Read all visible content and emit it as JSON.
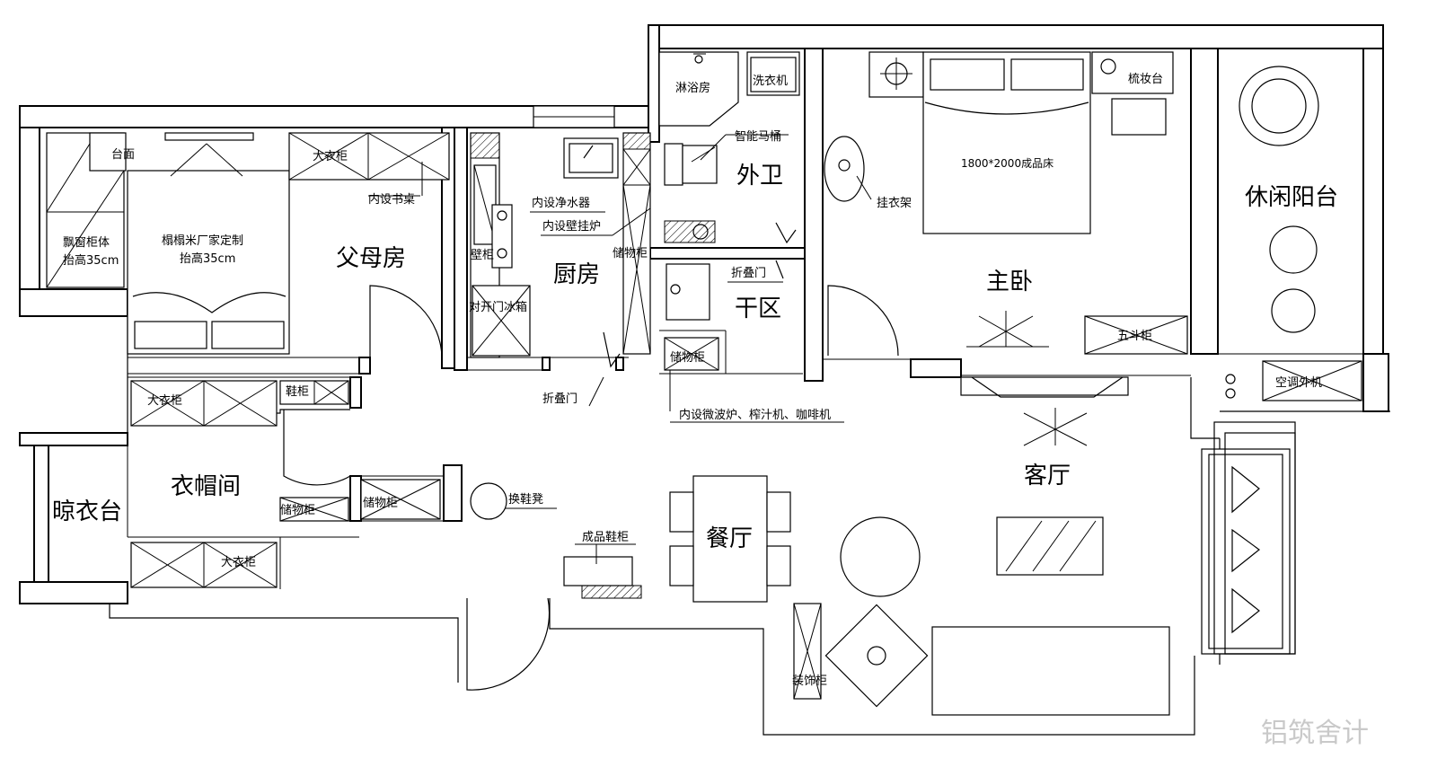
{
  "rooms": {
    "parents_room": "父母房",
    "cloakroom": "衣帽间",
    "drying_balcony": "晾衣台",
    "kitchen": "厨房",
    "bathroom": "外卫",
    "dry_area": "干区",
    "master_bedroom": "主卧",
    "leisure_balcony": "休闲阳台",
    "living_room": "客厅",
    "dining_room": "餐厅"
  },
  "labels": {
    "countertop": "台面",
    "bay_cabinet_1": "飘窗柜体",
    "bay_cabinet_2": "抬高35cm",
    "tatami_1": "榻榻米厂家定制",
    "tatami_2": "抬高35cm",
    "wardrobe": "大衣柜",
    "builtin_desk": "内设书桌",
    "shoe_cab": "鞋柜",
    "storage": "储物柜",
    "shower": "淋浴房",
    "washer": "洗衣机",
    "smart_toilet": "智能马桶",
    "water_purifier": "内设净水器",
    "wall_boiler": "内设壁挂炉",
    "wall_cabinet": "壁柜",
    "fridge": "对开门冰箱",
    "folding_door": "折叠门",
    "appliances_note": "内设微波炉、榨汁机、咖啡机",
    "bed": "1800*2000成品床",
    "coat_rack": "挂衣架",
    "vanity": "梳妆台",
    "chest": "五斗柜",
    "ac_unit": "空调外机",
    "shoe_bench": "换鞋凳",
    "shoe_cabinet": "成品鞋柜",
    "deco_cabinet": "装饰柜"
  },
  "watermark": "铝筑舍计"
}
